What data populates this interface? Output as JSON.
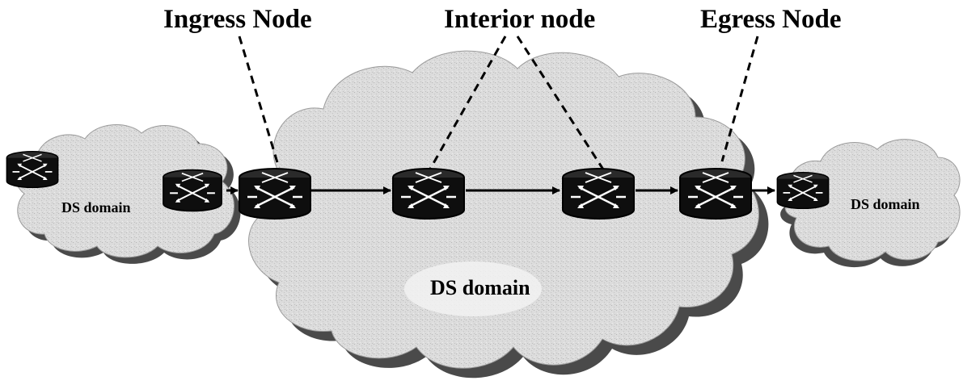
{
  "callouts": {
    "ingress": "Ingress Node",
    "interior": "Interior node",
    "egress": "Egress Node"
  },
  "domains": {
    "left": "DS domain",
    "center": "DS domain",
    "right": "DS domain"
  },
  "colors": {
    "router_fill": "#111111",
    "router_arrow": "#ffffff",
    "cloud_fill": "#d9d9d9",
    "cloud_shadow": "#4a4a4a",
    "link": "#000000"
  },
  "icons": [
    "router-icon",
    "arrowhead-icon"
  ]
}
